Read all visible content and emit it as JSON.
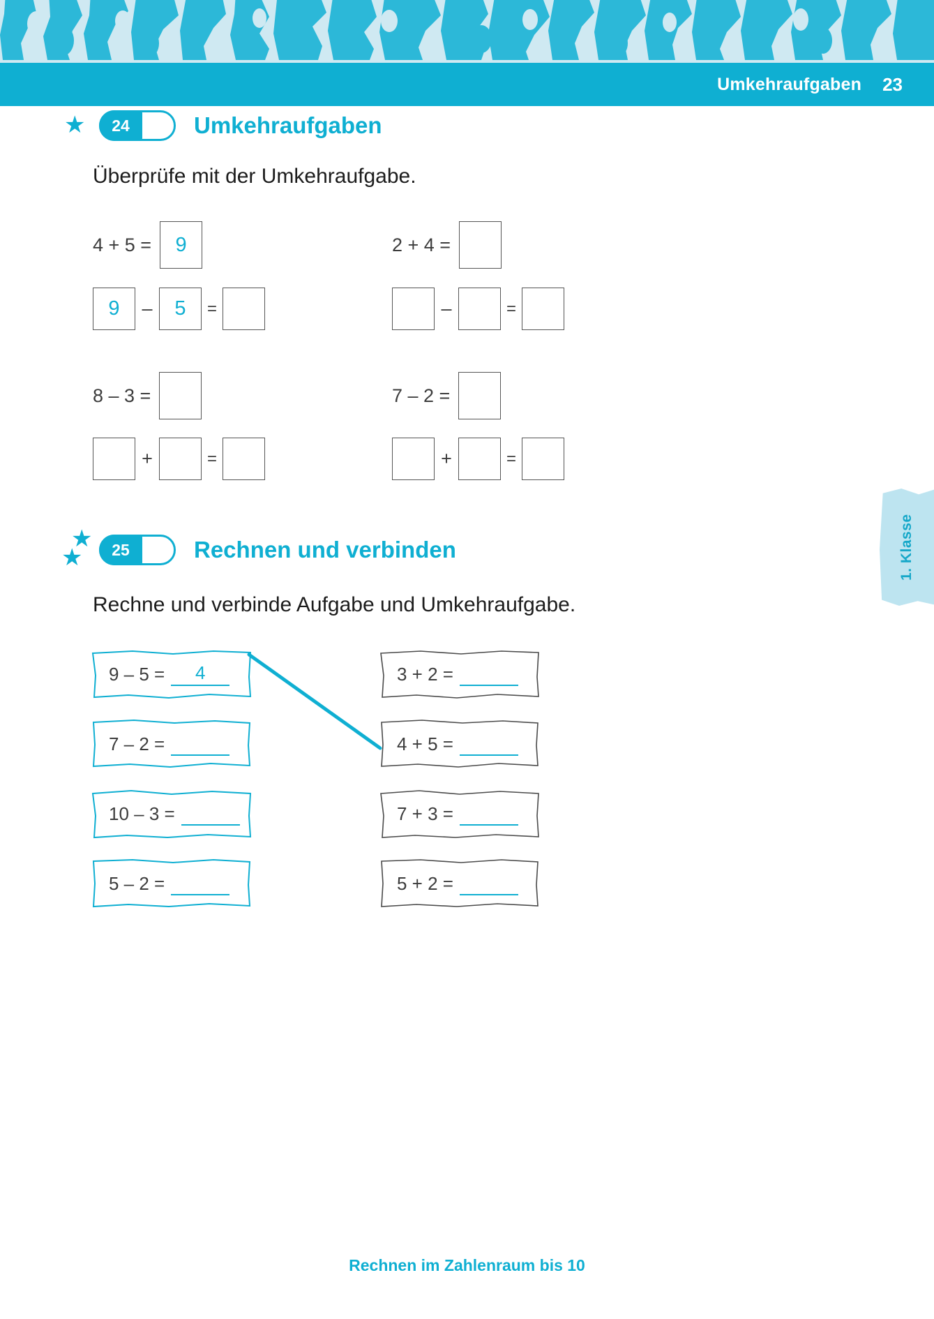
{
  "header": {
    "title": "Umkehraufgaben",
    "page_number": "23"
  },
  "side_tab": {
    "label": "1. Klasse"
  },
  "colors": {
    "brand": "#0fafd2",
    "pattern_light": "#cfe9f2",
    "ink": "#3c3c3c",
    "tab_bg": "#bde4f0"
  },
  "exercises": [
    {
      "number": "24",
      "stars": 1,
      "title": "Umkehraufgaben",
      "instruction": "Überprüfe mit der Umkehraufgabe.",
      "groups": [
        {
          "top": {
            "expr": "4 + 5 =",
            "result": "9"
          },
          "bottom": {
            "a": "9",
            "op": "–",
            "b": "5",
            "eq": "=",
            "result": ""
          }
        },
        {
          "top": {
            "expr": "2 + 4 =",
            "result": ""
          },
          "bottom": {
            "a": "",
            "op": "–",
            "b": "",
            "eq": "=",
            "result": ""
          }
        },
        {
          "top": {
            "expr": "8 – 3 =",
            "result": ""
          },
          "bottom": {
            "a": "",
            "op": "+",
            "b": "",
            "eq": "=",
            "result": ""
          }
        },
        {
          "top": {
            "expr": "7 – 2 =",
            "result": ""
          },
          "bottom": {
            "a": "",
            "op": "+",
            "b": "",
            "eq": "=",
            "result": ""
          }
        }
      ]
    },
    {
      "number": "25",
      "stars": 2,
      "title": "Rechnen und verbinden",
      "instruction": "Rechne und verbinde Aufgabe und Umkehraufgabe.",
      "left_cards": [
        {
          "expr": "9 – 5 =",
          "answer": "4"
        },
        {
          "expr": "7 – 2 =",
          "answer": ""
        },
        {
          "expr": "10 – 3 =",
          "answer": ""
        },
        {
          "expr": "5 – 2 =",
          "answer": ""
        }
      ],
      "right_cards": [
        {
          "expr": "3 + 2 =",
          "answer": ""
        },
        {
          "expr": "4 + 5 =",
          "answer": ""
        },
        {
          "expr": "7 + 3 =",
          "answer": ""
        },
        {
          "expr": "5 + 2 =",
          "answer": ""
        }
      ],
      "connection": {
        "from": "left-card-1",
        "to": "right-card-2"
      }
    }
  ],
  "footer": {
    "text": "Rechnen im Zahlenraum bis 10"
  }
}
